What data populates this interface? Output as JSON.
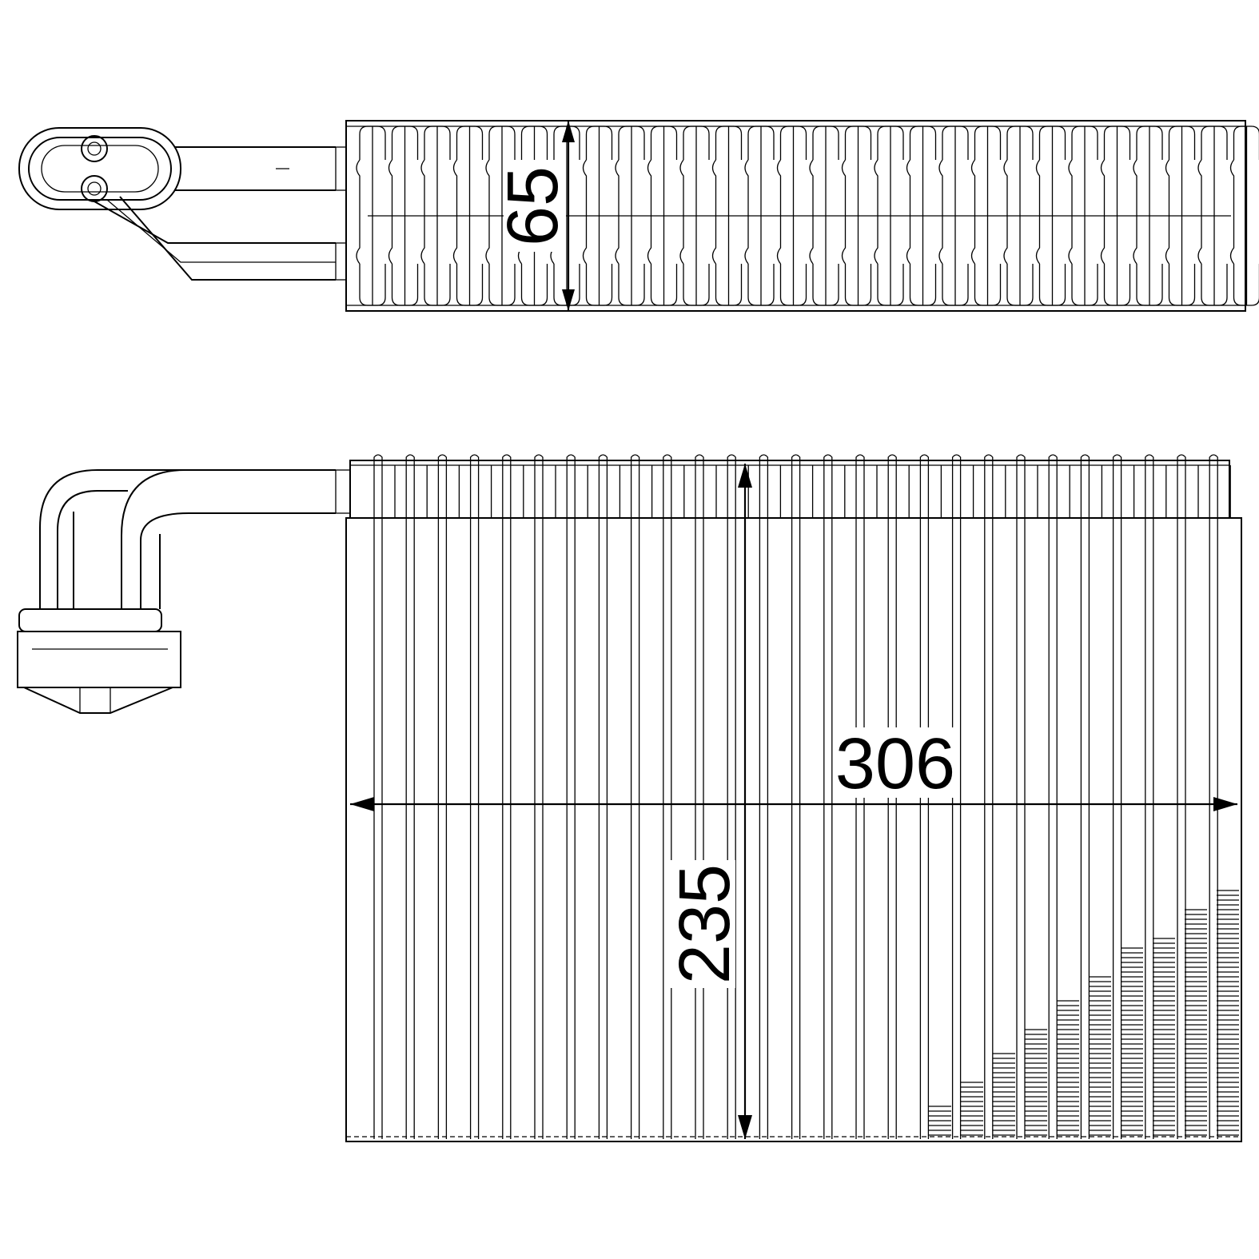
{
  "dimensions": {
    "depth": "65",
    "width": "306",
    "height": "235"
  },
  "colors": {
    "line": "#000000",
    "background": "#ffffff"
  }
}
